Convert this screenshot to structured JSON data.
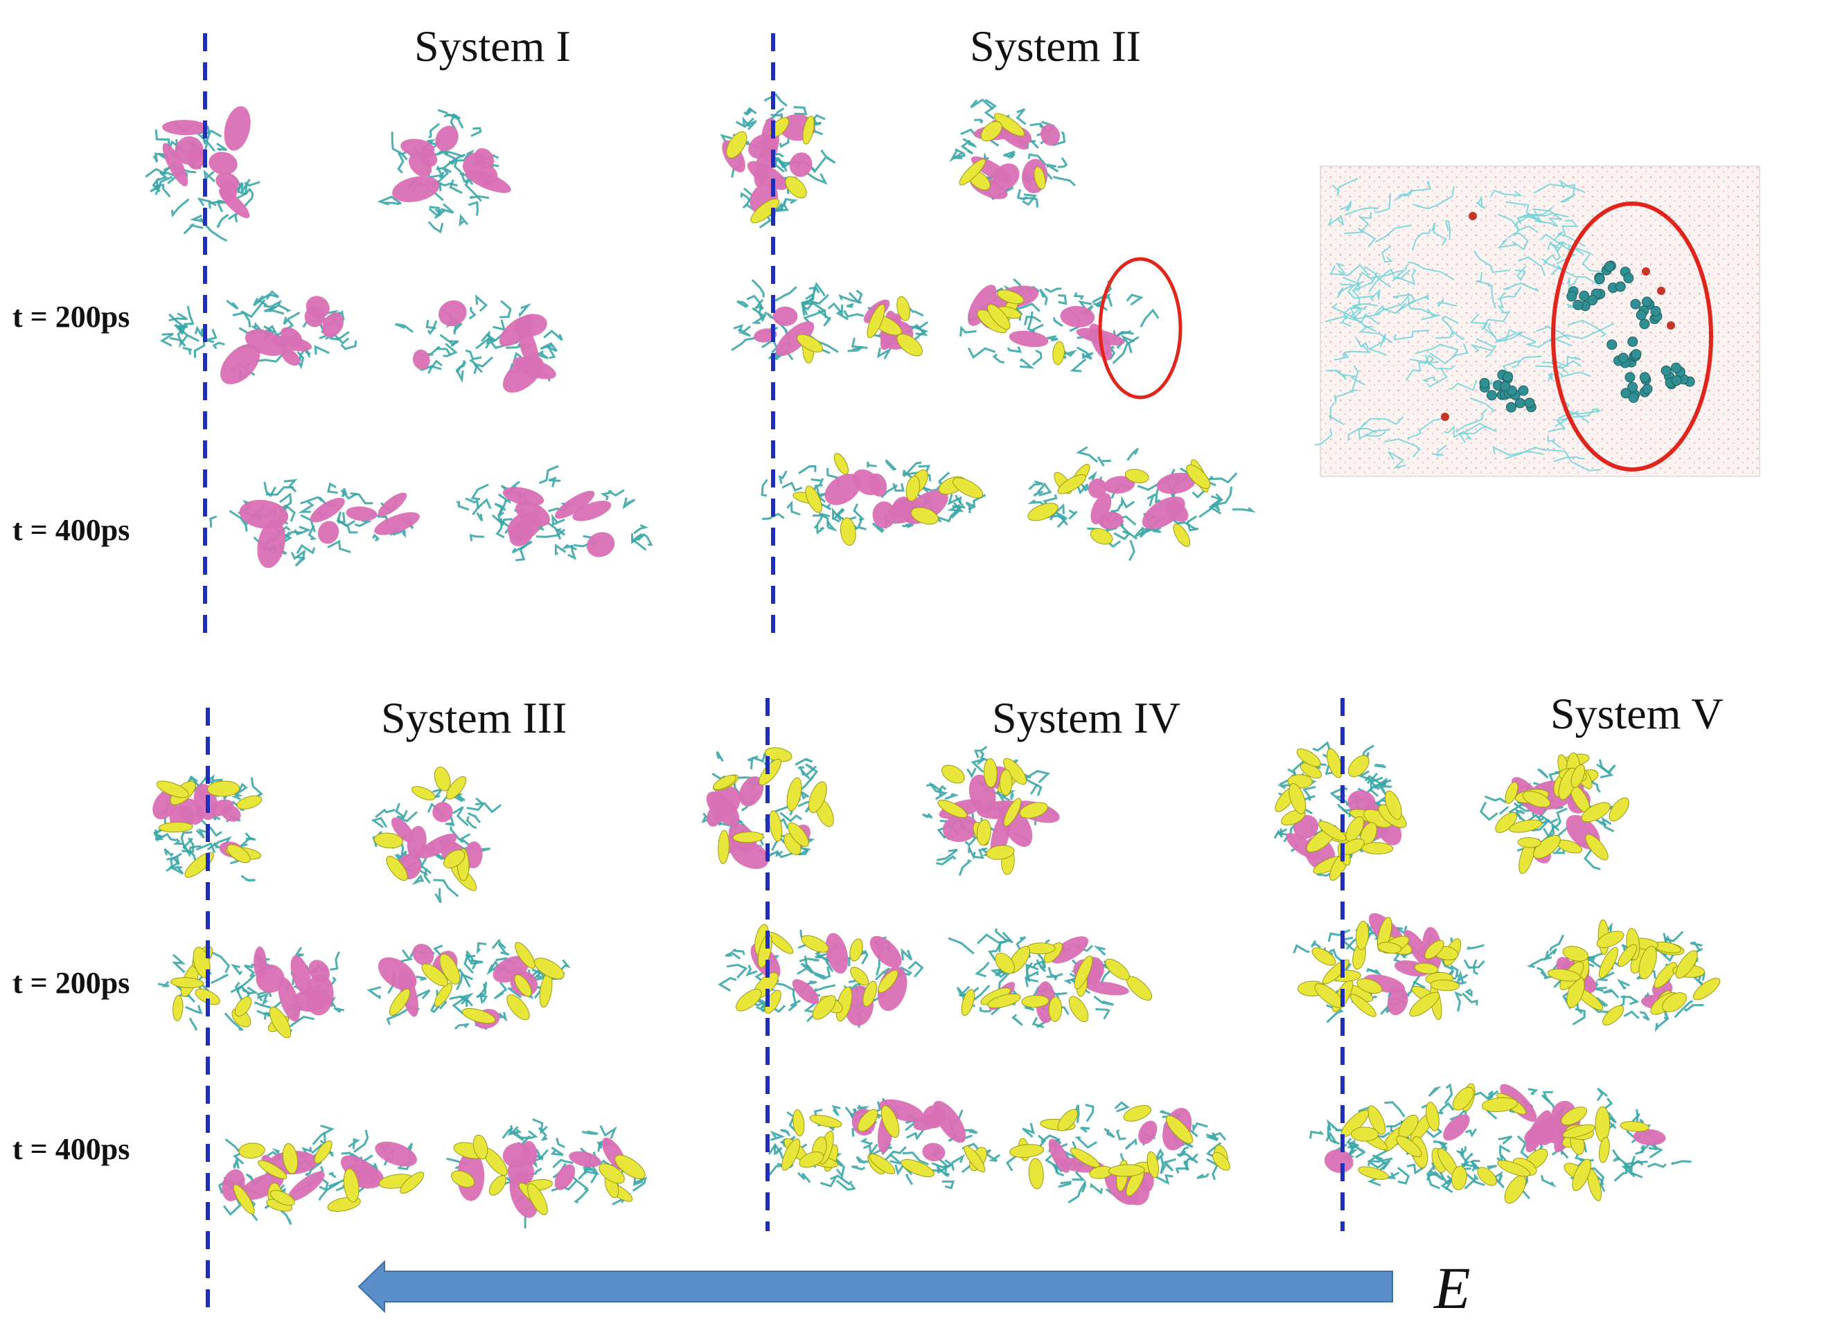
{
  "figure": {
    "titles": {
      "system1": "System I",
      "system2": "System II",
      "system3": "System III",
      "system4": "System IV",
      "system5": "System V"
    },
    "time_labels": {
      "t200": "t = 200ps",
      "t400": "t = 400ps"
    },
    "field_label": "E",
    "colors": {
      "backbone": "#3aa6a6",
      "hydrophobic_residue": "#d96fb4",
      "surfactant": "#e8e63a",
      "electrode_line": "#1f2fb8",
      "highlight_ring": "#e0261c",
      "arrow": "#5b8fc9",
      "inset_background": "#f8ecec"
    }
  }
}
